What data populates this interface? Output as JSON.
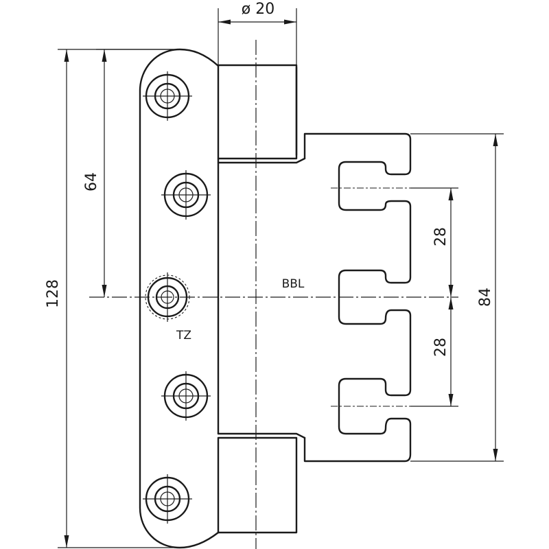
{
  "dimensions": {
    "pin_diameter": "ø 20",
    "total_height": "128",
    "hole_spacing": "64",
    "clip_height": "84",
    "slot_spacing_upper": "28",
    "slot_spacing_lower": "28"
  },
  "labels": {
    "baseline": "BBL",
    "fixing_hole": "TZ"
  }
}
